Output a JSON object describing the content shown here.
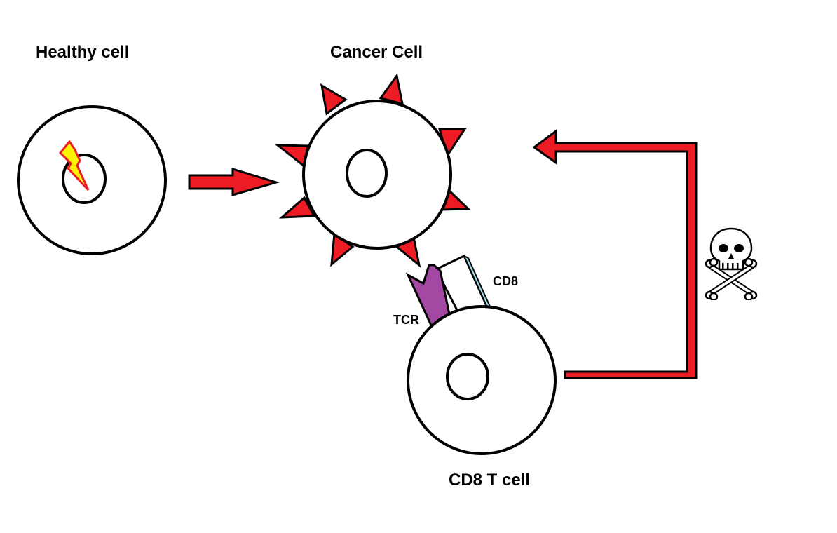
{
  "labels": {
    "healthy_cell": "Healthy cell",
    "cancer_cell": "Cancer Cell",
    "cd8_t_cell": "CD8 T cell",
    "cd8": "CD8",
    "tcr": "TCR"
  },
  "icons": {
    "damage": "lightning-bolt-icon",
    "killing": "skull-and-crossbones-icon"
  },
  "colors": {
    "cell_outline": "#000000",
    "arrow_red": "#ed1c24",
    "lightning_yellow": "#fff200",
    "tcr_purple": "#a349a4",
    "cd8_blue": "#99d9ea"
  }
}
